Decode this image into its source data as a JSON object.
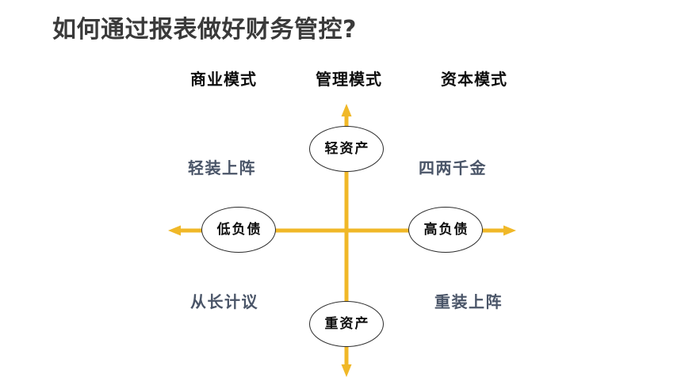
{
  "slide": {
    "title": "如何通过报表做好财务管控?",
    "background_color": "#FFFFFF",
    "title_color": "#3A3A3A",
    "axis_color": "#F0B828",
    "quadrant_label_color": "#4A5568",
    "node_text_color": "#0D0D0D"
  },
  "modes": {
    "items": [
      {
        "label": "商业模式"
      },
      {
        "label": "管理模式"
      },
      {
        "label": "资本模式"
      }
    ]
  },
  "axes": {
    "vertical": {
      "top_node": "轻资产",
      "bottom_node": "重资产",
      "top_arrow_icon": "arrow-up-icon",
      "bottom_arrow_icon": "arrow-down-icon"
    },
    "horizontal": {
      "left_node": "低负债",
      "right_node": "高负债",
      "left_arrow_icon": "arrow-left-icon",
      "right_arrow_icon": "arrow-right-icon"
    }
  },
  "quadrants": {
    "top_left": "轻装上阵",
    "top_right": "四两千金",
    "bottom_left": "从长计议",
    "bottom_right": "重装上阵"
  }
}
